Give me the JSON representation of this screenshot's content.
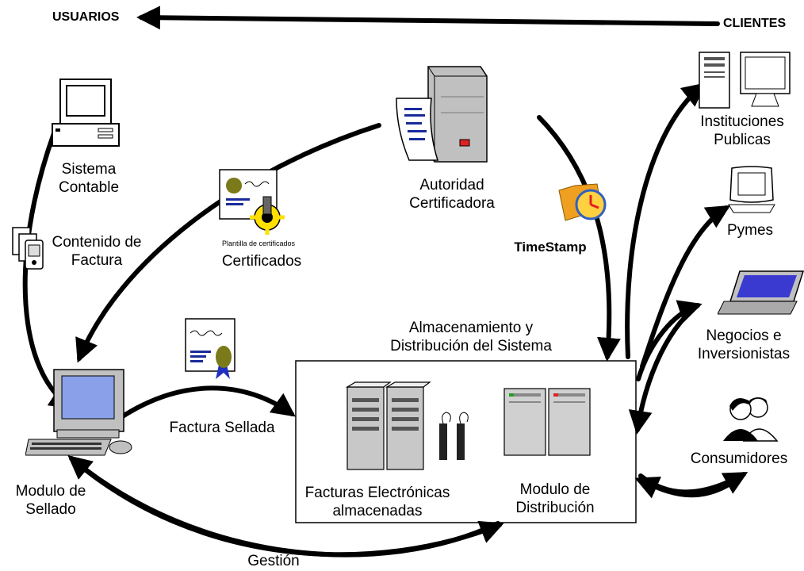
{
  "labels": {
    "usuarios": "USUARIOS",
    "clientes": "CLIENTES",
    "sistema_contable": "Sistema\nContable",
    "contenido_factura": "Contenido de\nFactura",
    "plantilla": "Plantilla de certificados",
    "certificados": "Certificados",
    "autoridad": "Autoridad\nCertificadora",
    "timestamp": "TimeStamp",
    "almacenamiento": "Almacenamiento y\nDistribución del Sistema",
    "factura_sellada": "Factura Sellada",
    "facturas_electronicas": "Facturas Electrónicas\nalmacenadas",
    "modulo_distribucion": "Modulo de\nDistribución",
    "modulo_sellado": "Modulo de\nSellado",
    "gestion": "Gestión",
    "instituciones": "Instituciones\nPublicas",
    "pymes": "Pymes",
    "negocios": "Negocios e\nInversionistas",
    "consumidores": "Consumidores"
  },
  "icons": [
    "desktop-computer-icon",
    "documents-stack-icon",
    "certificate-template-icon",
    "server-with-document-icon",
    "clock-folder-icon",
    "certificate-icon",
    "workstation-icon",
    "storage-servers-icon",
    "distribution-servers-icon",
    "tower-and-monitor-icon",
    "imac-icon",
    "laptop-icon",
    "people-icon"
  ],
  "colors": {
    "ink": "#000000",
    "doc_blue": "#1a2a9a",
    "seal_olive": "#7a7a1a",
    "server_gray": "#c0c0c0",
    "screen_blue": "#8aa0e8",
    "laptop_screen": "#3a3ad0",
    "gear_yellow": "#ffe000",
    "folder_orange": "#f0a020",
    "alert_red": "#e02020"
  }
}
